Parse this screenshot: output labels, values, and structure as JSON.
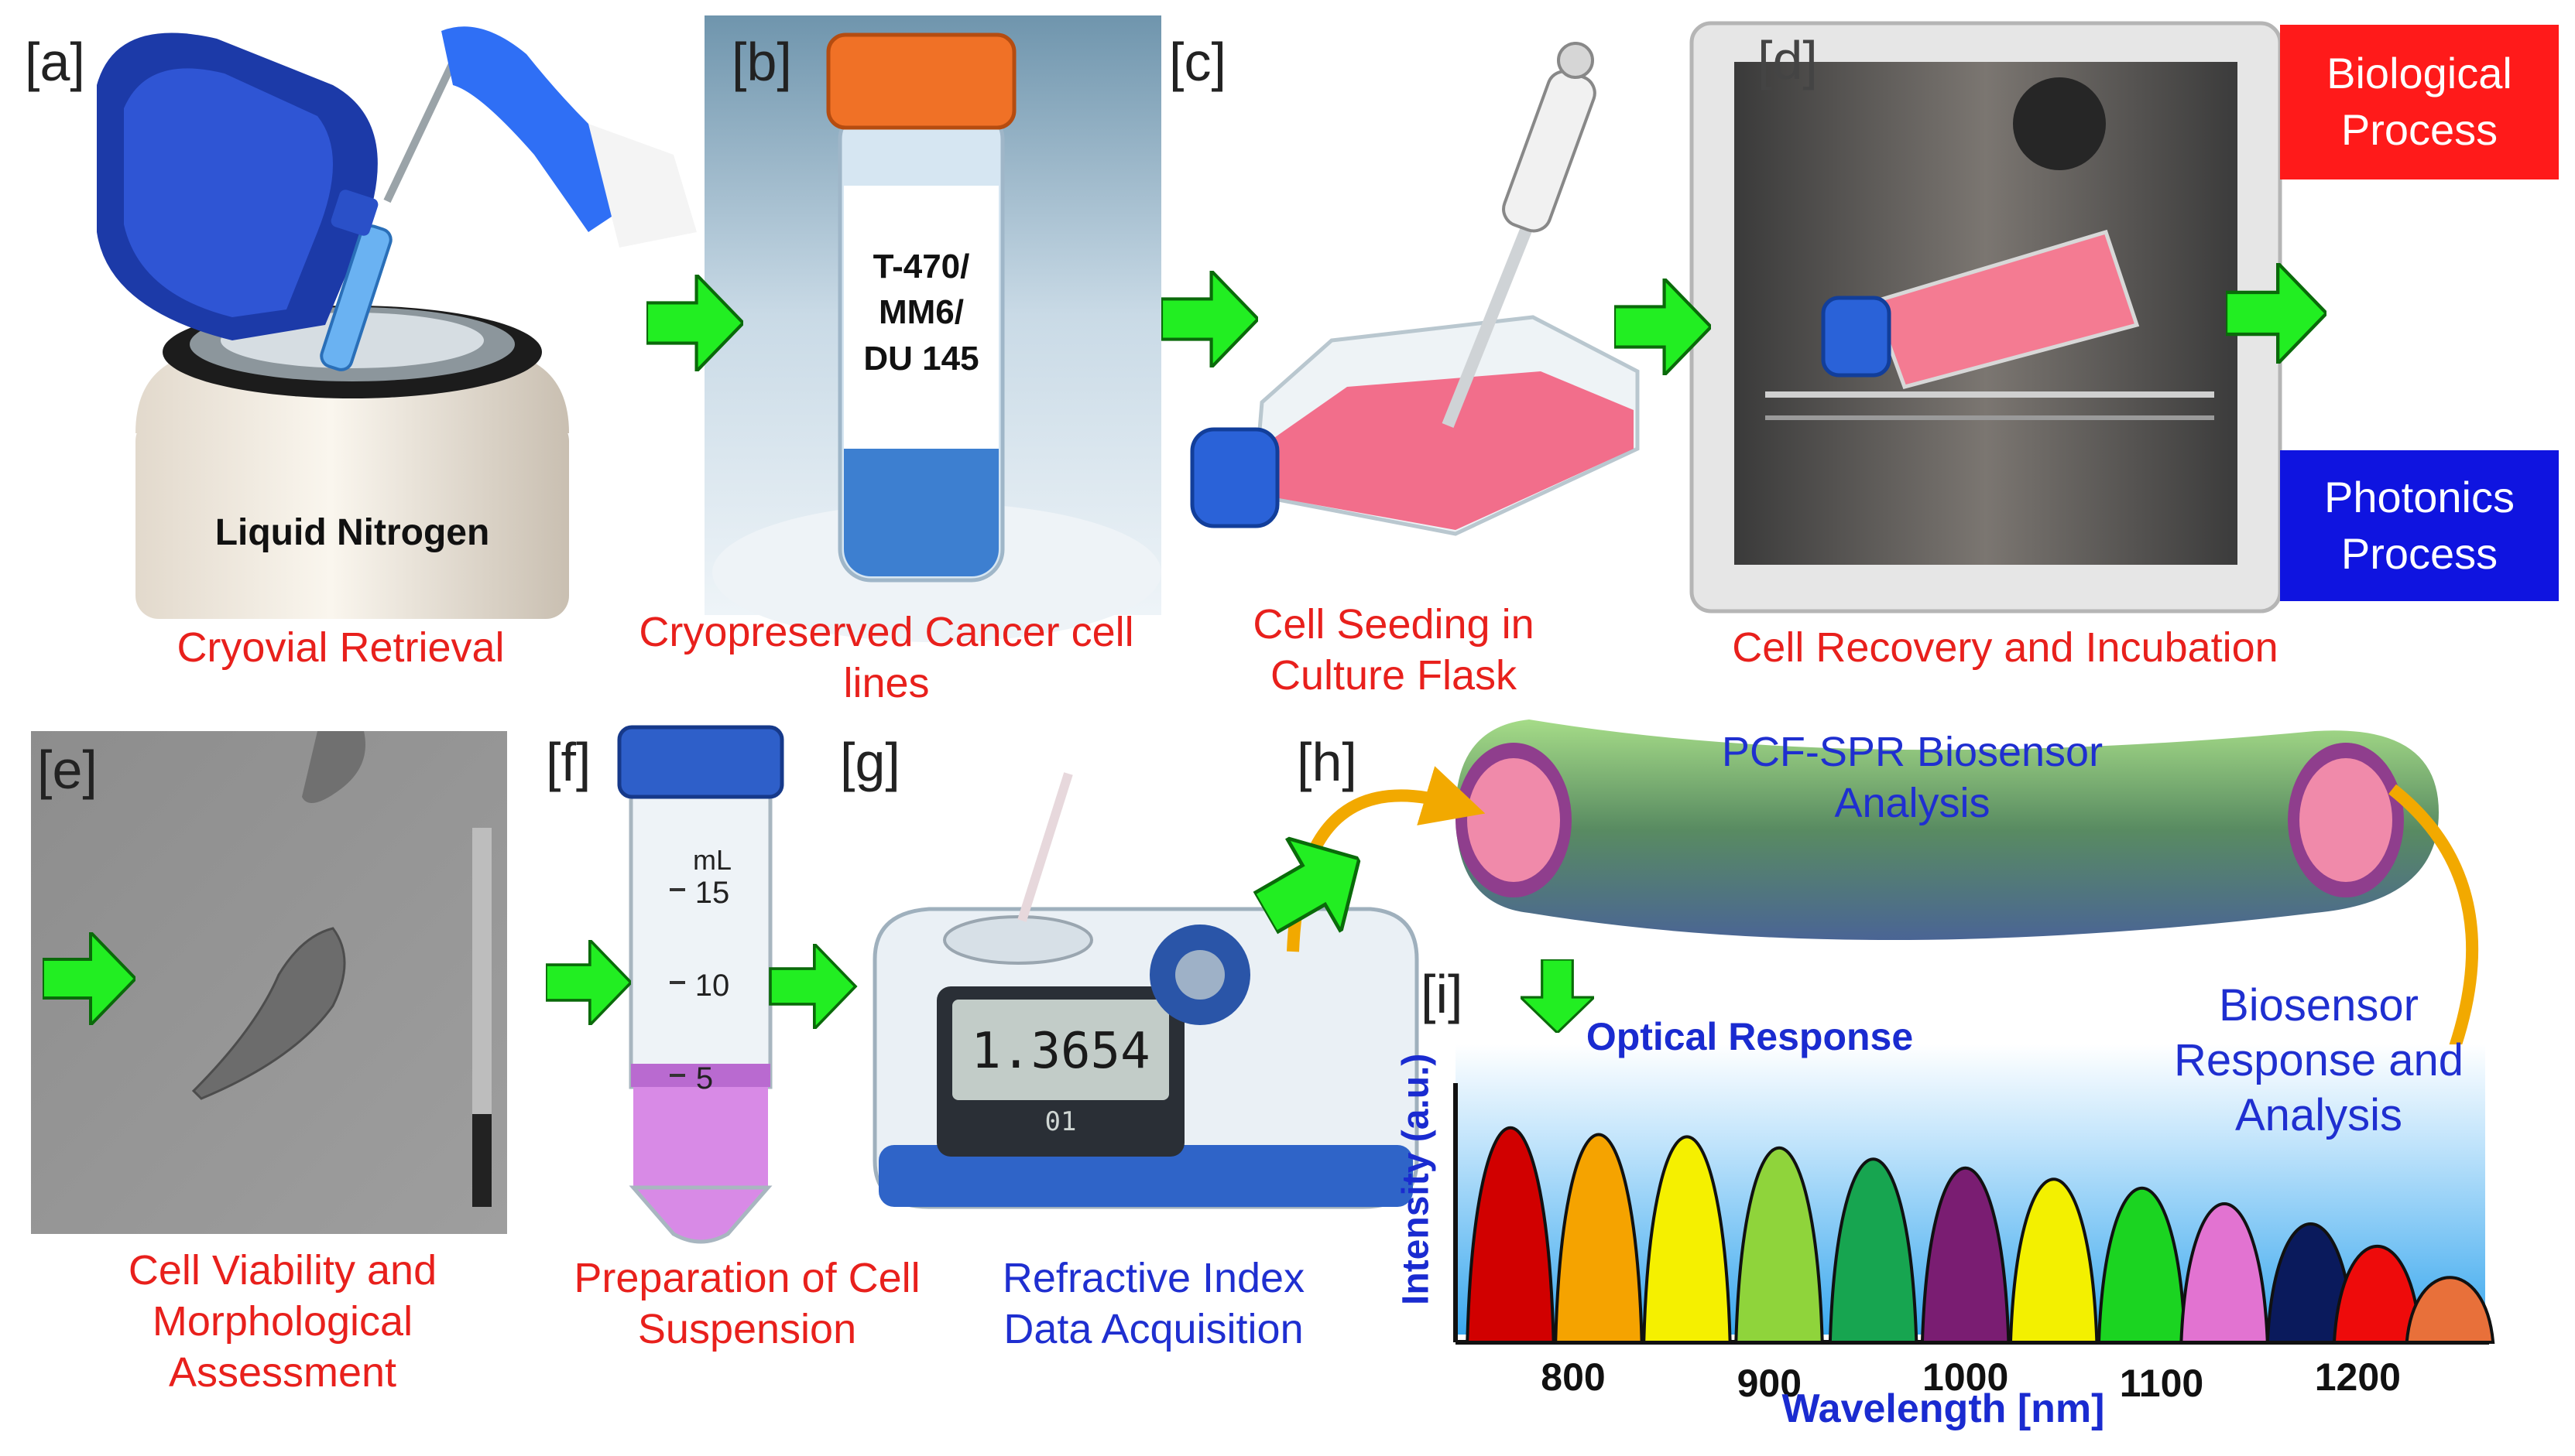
{
  "panels": [
    {
      "tag": "[a]",
      "caption": "Cryovial Retrieval",
      "inner": "Liquid Nitrogen"
    },
    {
      "tag": "[b]",
      "caption": "Cryopreserved Cancer cell lines",
      "inner": [
        "T-470/",
        "MM6/",
        "DU 145"
      ]
    },
    {
      "tag": "[c]",
      "caption": "Cell Seeding in Culture Flask"
    },
    {
      "tag": "[d]",
      "caption": "Cell Recovery and Incubation"
    },
    {
      "tag": "[e]",
      "caption": "Cell Viability and Morphological Assessment"
    },
    {
      "tag": "[f]",
      "caption": "Preparation of Cell Suspension",
      "tube_labels": [
        "mL",
        "15",
        "10",
        "5"
      ]
    },
    {
      "tag": "[g]",
      "caption": "Refractive Index Data Acquisition",
      "display": "1.3654",
      "display_small": "01"
    },
    {
      "tag": "[h]",
      "caption": "PCF-SPR Biosensor Analysis"
    },
    {
      "tag": "[i]",
      "caption": "Biosensor Response and Analysis"
    }
  ],
  "legend": {
    "biological": {
      "label": "Biological Process",
      "color": "#ff1a1a"
    },
    "photonics": {
      "label": "Photonics Process",
      "color": "#0f14e0"
    }
  },
  "chart_data": {
    "type": "area",
    "title": "Optical Response",
    "xlabel": "Wavelength [nm]",
    "ylabel": "Intensity (a.u.)",
    "x_ticks": [
      800,
      900,
      1000,
      1100,
      1200
    ],
    "xlim": [
      740,
      1265
    ],
    "peaks": [
      {
        "center": 768,
        "height": 0.96,
        "color": "#d10000"
      },
      {
        "center": 813,
        "height": 0.93,
        "color": "#f5a300"
      },
      {
        "center": 858,
        "height": 0.92,
        "color": "#f5f000"
      },
      {
        "center": 905,
        "height": 0.87,
        "color": "#8fd43b"
      },
      {
        "center": 953,
        "height": 0.82,
        "color": "#17a550"
      },
      {
        "center": 1000,
        "height": 0.78,
        "color": "#7a1d72"
      },
      {
        "center": 1045,
        "height": 0.73,
        "color": "#f3f000"
      },
      {
        "center": 1090,
        "height": 0.69,
        "color": "#1bd421"
      },
      {
        "center": 1132,
        "height": 0.62,
        "color": "#e273d1"
      },
      {
        "center": 1176,
        "height": 0.53,
        "color": "#0a1a5c"
      },
      {
        "center": 1210,
        "height": 0.43,
        "color": "#ee0b0b"
      },
      {
        "center": 1247,
        "height": 0.29,
        "color": "#e8703a"
      }
    ]
  }
}
